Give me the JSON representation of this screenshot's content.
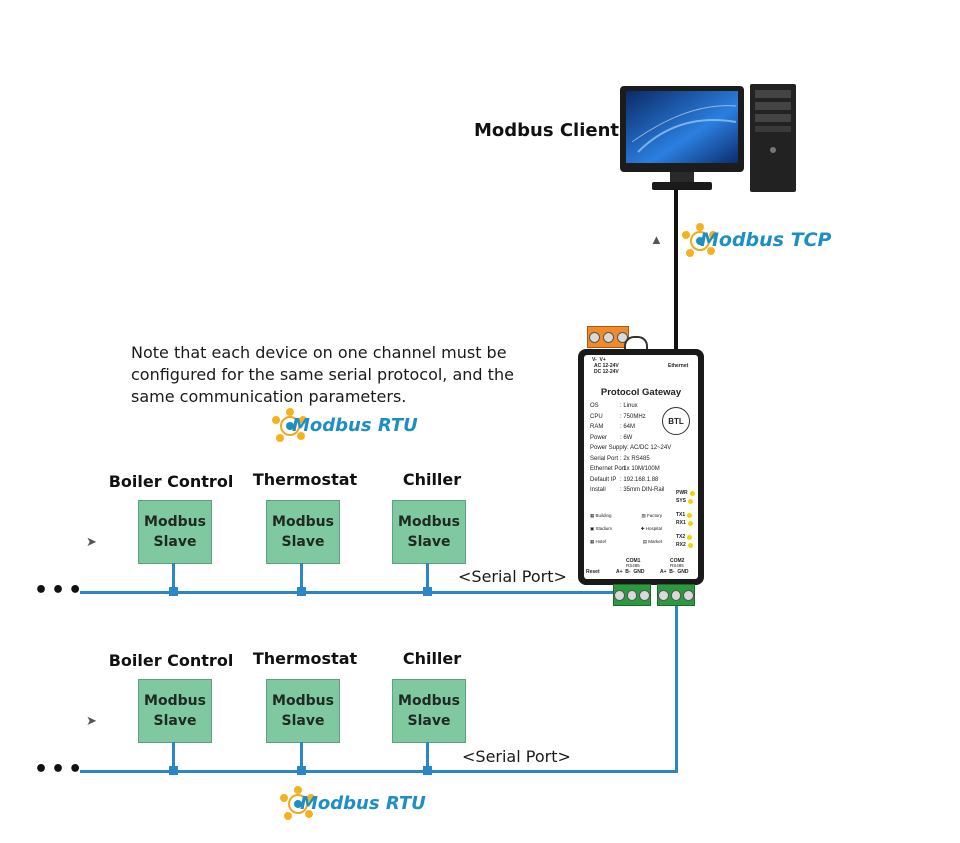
{
  "client": {
    "label": "Modbus Client"
  },
  "tcp_logo": {
    "text": "Modbus TCP"
  },
  "rtu_logo_top": {
    "text": "Modbus RTU"
  },
  "rtu_logo_bottom": {
    "text": "Modbus RTU"
  },
  "note": {
    "line1": "Note that each device on one channel must be",
    "line2": "configured for the same serial protocol, and the",
    "line3": "same communication parameters."
  },
  "channel1": {
    "devices": [
      {
        "label": "Boiler Control",
        "box_line1": "Modbus",
        "box_line2": "Slave"
      },
      {
        "label": "Thermostat",
        "box_line1": "Modbus",
        "box_line2": "Slave"
      },
      {
        "label": "Chiller",
        "box_line1": "Modbus",
        "box_line2": "Slave"
      }
    ],
    "port_label": "<Serial Port>",
    "ellipsis": "•••"
  },
  "channel2": {
    "devices": [
      {
        "label": "Boiler Control",
        "box_line1": "Modbus",
        "box_line2": "Slave"
      },
      {
        "label": "Thermostat",
        "box_line1": "Modbus",
        "box_line2": "Slave"
      },
      {
        "label": "Chiller",
        "box_line1": "Modbus",
        "box_line2": "Slave"
      }
    ],
    "port_label": "<Serial Port>",
    "ellipsis": "•••"
  },
  "gateway": {
    "power_pins": "V-  V+",
    "power_ac": "AC 12-24V",
    "power_dc": "DC 12-24V",
    "ethernet": "Ethernet",
    "title": "Protocol Gateway",
    "specs": [
      {
        "k": "OS",
        "v": ": Linux"
      },
      {
        "k": "CPU",
        "v": ": 750MHz"
      },
      {
        "k": "RAM",
        "v": ": 64M"
      },
      {
        "k": "Power",
        "v": ": 6W"
      },
      {
        "k": "Power Supply",
        "v": ": AC/DC 12~24V"
      },
      {
        "k": "Serial Port",
        "v": ": 2x RS485"
      },
      {
        "k": "Ethernet Port",
        "v": ": 1x 10M/100M"
      },
      {
        "k": "Default IP",
        "v": ": 192.168.1.88"
      },
      {
        "k": "Install",
        "v": ": 35mm DIN-Rail"
      }
    ],
    "badge": "BTL",
    "apps": [
      "Building",
      "Factory",
      "Stadium",
      "Hospital",
      "Hotel",
      "Market"
    ],
    "leds": [
      "PWR",
      "SYS",
      "TX1",
      "RX1",
      "TX2",
      "RX2"
    ],
    "reset": "Reset",
    "com1": "COM1",
    "com1_type": "RS485",
    "com2": "COM2",
    "com2_type": "RS485",
    "pins": "A+  B-  GND"
  },
  "colors": {
    "bus": "#2b86c5",
    "slave_fill": "#7fc8a0",
    "modbus_text": "#1d8fc5",
    "terminal_green": "#2b9a3e",
    "terminal_orange": "#f08a2a"
  }
}
